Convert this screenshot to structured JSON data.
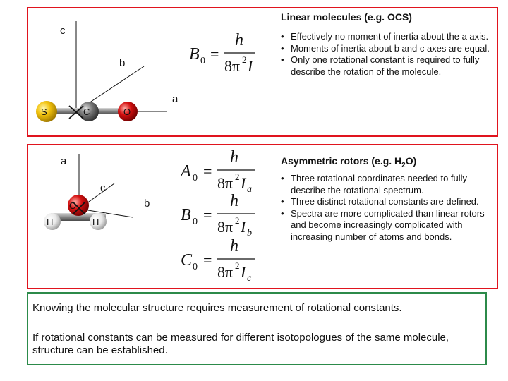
{
  "linear": {
    "heading": "Linear molecules (e.g. OCS)",
    "bullets": [
      "Effectively no moment of inertia about the a axis.",
      "Moments of inertia about b and c axes are equal.",
      "Only one rotational constant is required to fully describe the rotation of the molecule."
    ],
    "axes": {
      "c": "c",
      "b": "b",
      "a": "a"
    },
    "atoms": {
      "s": "S",
      "c": "C",
      "o": "O"
    },
    "equation": {
      "lhs": "B",
      "sub": "0",
      "num": "h",
      "den_pre": "8π",
      "den_sup": "2",
      "den_var": "I"
    },
    "colors": {
      "sulfur": "#f2c20c",
      "carbon": "#6f6f6f",
      "oxygen": "#d41010"
    }
  },
  "asym": {
    "heading_pre": "Asymmetric rotors (e.g. H",
    "heading_sub": "2",
    "heading_post": "O)",
    "bullets": [
      "Three rotational coordinates needed to fully describe the rotational spectrum.",
      "Three distinct rotational constants are defined.",
      "Spectra are more complicated than linear rotors and become increasingly complicated with increasing number of atoms and bonds."
    ],
    "axes": {
      "a": "a",
      "c": "c",
      "b": "b"
    },
    "atoms": {
      "h1": "H",
      "o": "O",
      "h2": "H"
    },
    "equations": [
      {
        "lhs": "A",
        "sub": "0",
        "num": "h",
        "den_pre": "8π",
        "den_sup": "2",
        "den_var": "I",
        "den_sub": "a"
      },
      {
        "lhs": "B",
        "sub": "0",
        "num": "h",
        "den_pre": "8π",
        "den_sup": "2",
        "den_var": "I",
        "den_sub": "b"
      },
      {
        "lhs": "C",
        "sub": "0",
        "num": "h",
        "den_pre": "8π",
        "den_sup": "2",
        "den_var": "I",
        "den_sub": "c"
      }
    ],
    "colors": {
      "hydrogen": "#f2f2f2",
      "oxygen": "#d41010"
    }
  },
  "conclusion": {
    "line1": "Knowing the molecular structure requires measurement of rotational constants.",
    "line2": "If rotational constants can be measured for different isotopologues of the same molecule, structure can be established."
  },
  "theme": {
    "panel_border": "#e0141e",
    "conclusion_border": "#2c8a4a"
  }
}
